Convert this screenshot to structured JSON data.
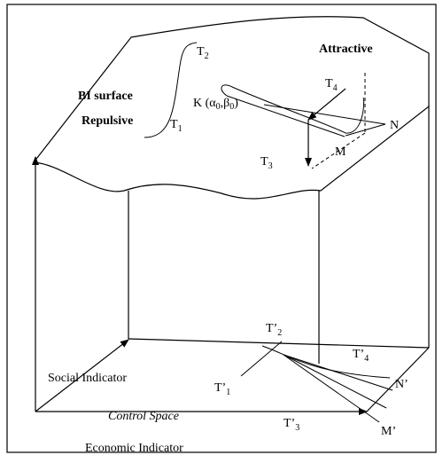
{
  "diagram": {
    "labels": {
      "bi_surface": "BI surface",
      "repulsive": "Repulsive",
      "attractive": "Attractive",
      "t2": "T",
      "t2_sub": "2",
      "t1": "T",
      "t1_sub": "1",
      "t3": "T",
      "t3_sub": "3",
      "t4": "T",
      "t4_sub": "4",
      "k_prefix": "K (α",
      "k_sub0": "0",
      "k_mid": ",β",
      "k_sub1": "0",
      "k_suffix": ")",
      "n": "N",
      "m": "M",
      "t2p": "T’",
      "t2p_sub": "2",
      "t1p": "T’",
      "t1p_sub": "1",
      "t4p": "T’",
      "t4p_sub": "4",
      "t3p": "T’",
      "t3p_sub": "3",
      "np": "N’",
      "mp": "M’",
      "social_indicator": "Social Indicator",
      "control_space": "Control Space",
      "economic_indicator": "Economic Indicator"
    }
  }
}
